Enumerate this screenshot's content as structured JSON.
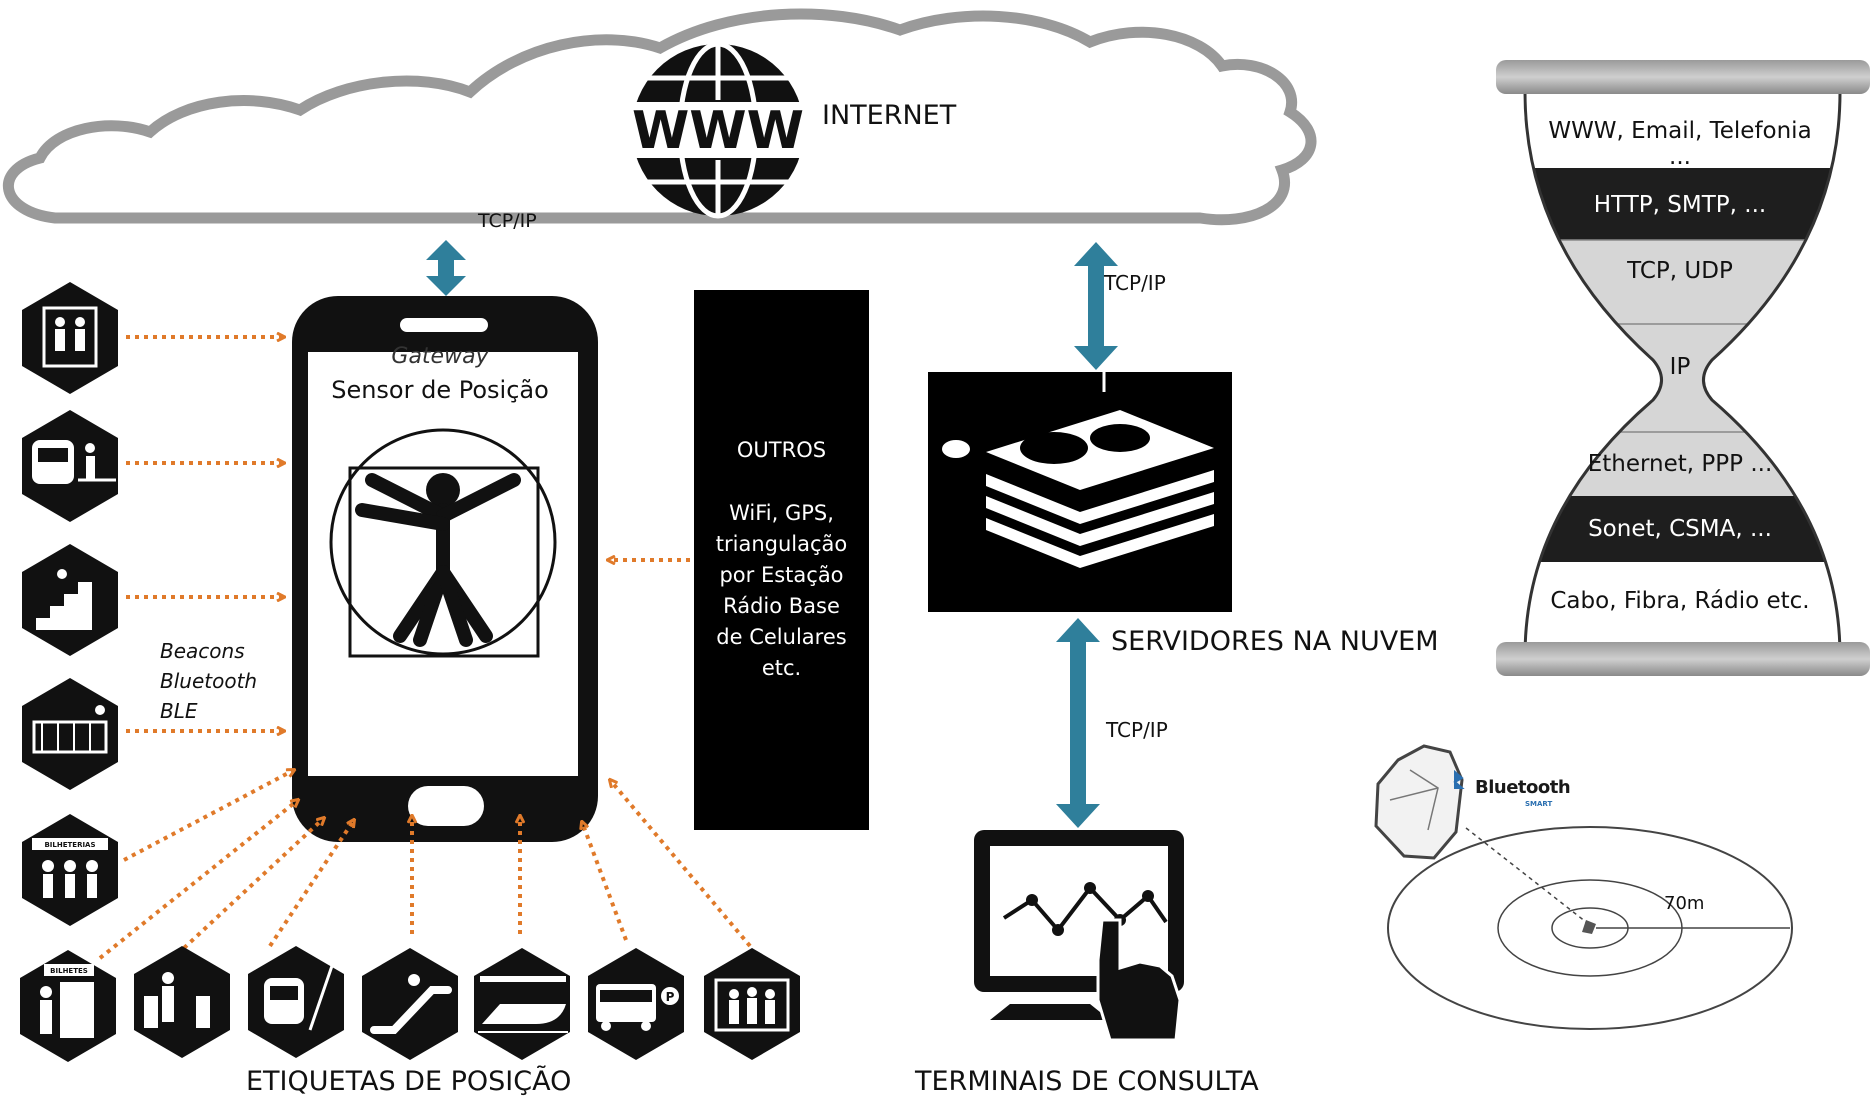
{
  "internet": {
    "www_text": "WWW",
    "label": "INTERNET"
  },
  "protocols": {
    "tcpip_top": "TCP/IP",
    "tcpip_server": "TCP/IP",
    "tcpip_terminal": "TCP/IP"
  },
  "gateway": {
    "title": "Gateway",
    "subtitle": "Sensor de Posição"
  },
  "outros": {
    "title": "OUTROS",
    "body": "WiFi, GPS,\ntriangulação\npor Estação\nRádio Base\nde Celulares\netc."
  },
  "servers": {
    "label": "SERVIDORES NA NUVEM"
  },
  "terminals": {
    "label": "TERMINAIS DE CONSULTA"
  },
  "tags": {
    "label": "ETIQUETAS  DE POSIÇÃO",
    "beacons": "Beacons\nBluetooth\nBLE"
  },
  "hourglass": {
    "layers": [
      "WWW, Email, Telefonia ...",
      "HTTP, SMTP, ...",
      "TCP, UDP",
      "IP",
      "Ethernet, PPP ...",
      "Sonet, CSMA, ...",
      "Cabo, Fibra, Rádio etc."
    ]
  },
  "bluetooth": {
    "brand": "Bluetooth",
    "smart": "SMART",
    "distance": "70m"
  },
  "icons": {
    "side": [
      "elevator-icon",
      "train-platform-icon",
      "stairs-icon",
      "turnstile-gate-icon",
      "ticket-office-icon"
    ],
    "bottom": [
      "ticket-machine-icon",
      "turnstile-icon",
      "metro-train-icon",
      "escalator-icon",
      "high-speed-train-icon",
      "bus-parking-icon",
      "passengers-icon"
    ],
    "hex_texts": {
      "ticket_office": "BILHETERIAS",
      "ticket_machine": "BILHETES",
      "parking": "P"
    }
  },
  "colors": {
    "arrow_blue": "#2f7f9b",
    "dotted_orange": "#e07a2a",
    "dark_band": "#1e1e1e",
    "light_band": "#d6d6d6"
  }
}
